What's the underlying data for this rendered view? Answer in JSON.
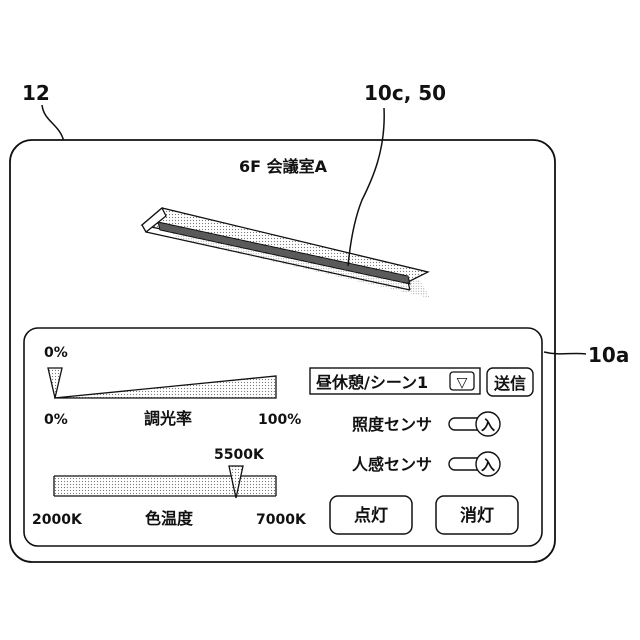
{
  "labels": {
    "device_ref": "12",
    "fixture_ref": "10c, 50",
    "panel_ref": "10a"
  },
  "screen": {
    "title": "6F 会議室A"
  },
  "dimmer": {
    "label": "調光率",
    "min_label": "0%",
    "max_label": "100%",
    "value_label": "0%",
    "value_percent": 0
  },
  "color_temp": {
    "label": "色温度",
    "min_label": "2000K",
    "max_label": "7000K",
    "value_label": "5500K",
    "value_k": 5500,
    "min_k": 2000,
    "max_k": 7000
  },
  "scene": {
    "selected": "昼休憩/シーン1",
    "dropdown_glyph": "▽",
    "send_label": "送信"
  },
  "sensors": [
    {
      "label": "照度センサ",
      "toggle_label": "入"
    },
    {
      "label": "人感センサ",
      "toggle_label": "入"
    }
  ],
  "buttons": {
    "on_label": "点灯",
    "off_label": "消灯"
  },
  "icons": {
    "fixture": "linear-light-fixture-icon",
    "dropdown": "triangle-down-icon",
    "slider_marker": "triangle-pointer-icon",
    "toggle": "toggle-switch-icon"
  }
}
